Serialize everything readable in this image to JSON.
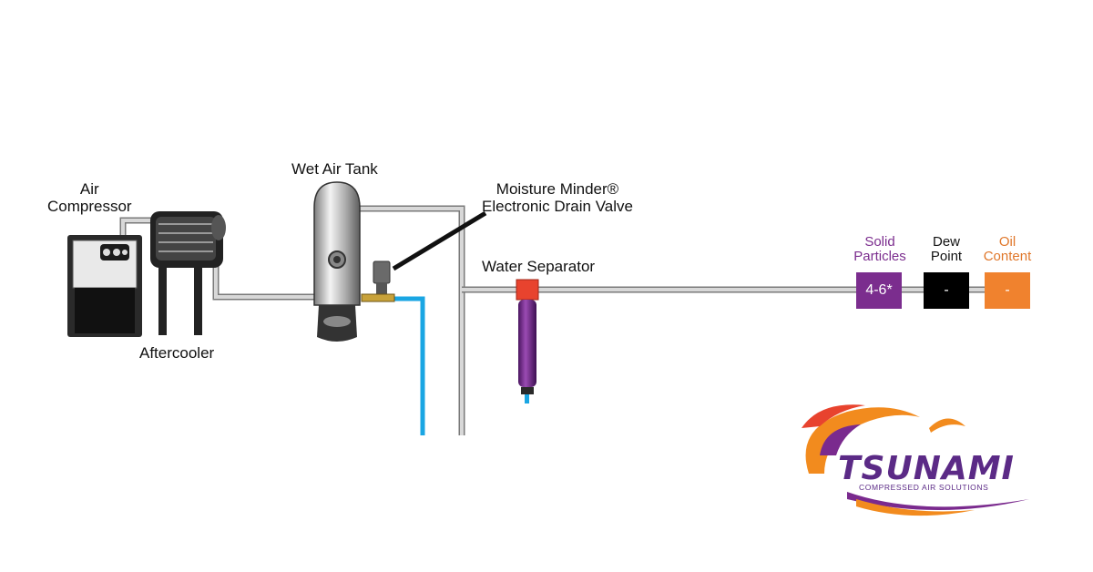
{
  "labels": {
    "air_compressor": [
      "Air",
      "Compressor"
    ],
    "aftercooler": "Aftercooler",
    "wet_air_tank": "Wet Air Tank",
    "drain_valve": [
      "Moisture Minder®",
      "Electronic Drain Valve"
    ],
    "water_separator": "Water Separator"
  },
  "quality": [
    {
      "label": [
        "Solid",
        "Particles"
      ],
      "value": "4-6*",
      "color": "#7b2d8e",
      "label_color": "#7b2d8e"
    },
    {
      "label": [
        "Dew",
        "Point"
      ],
      "value": "-",
      "color": "#000000",
      "label_color": "#111111"
    },
    {
      "label": [
        "Oil",
        "Content"
      ],
      "value": "-",
      "color": "#f0822e",
      "label_color": "#e0772a"
    }
  ],
  "logo": {
    "name": "TSUNAMI",
    "tagline": "COMPRESSED AIR SOLUTIONS"
  },
  "colors": {
    "pipe": "#b5b5b5",
    "drain_line": "#1aa6e3",
    "separator": "#7b2d8e",
    "separator_cap": "#e8432e"
  }
}
